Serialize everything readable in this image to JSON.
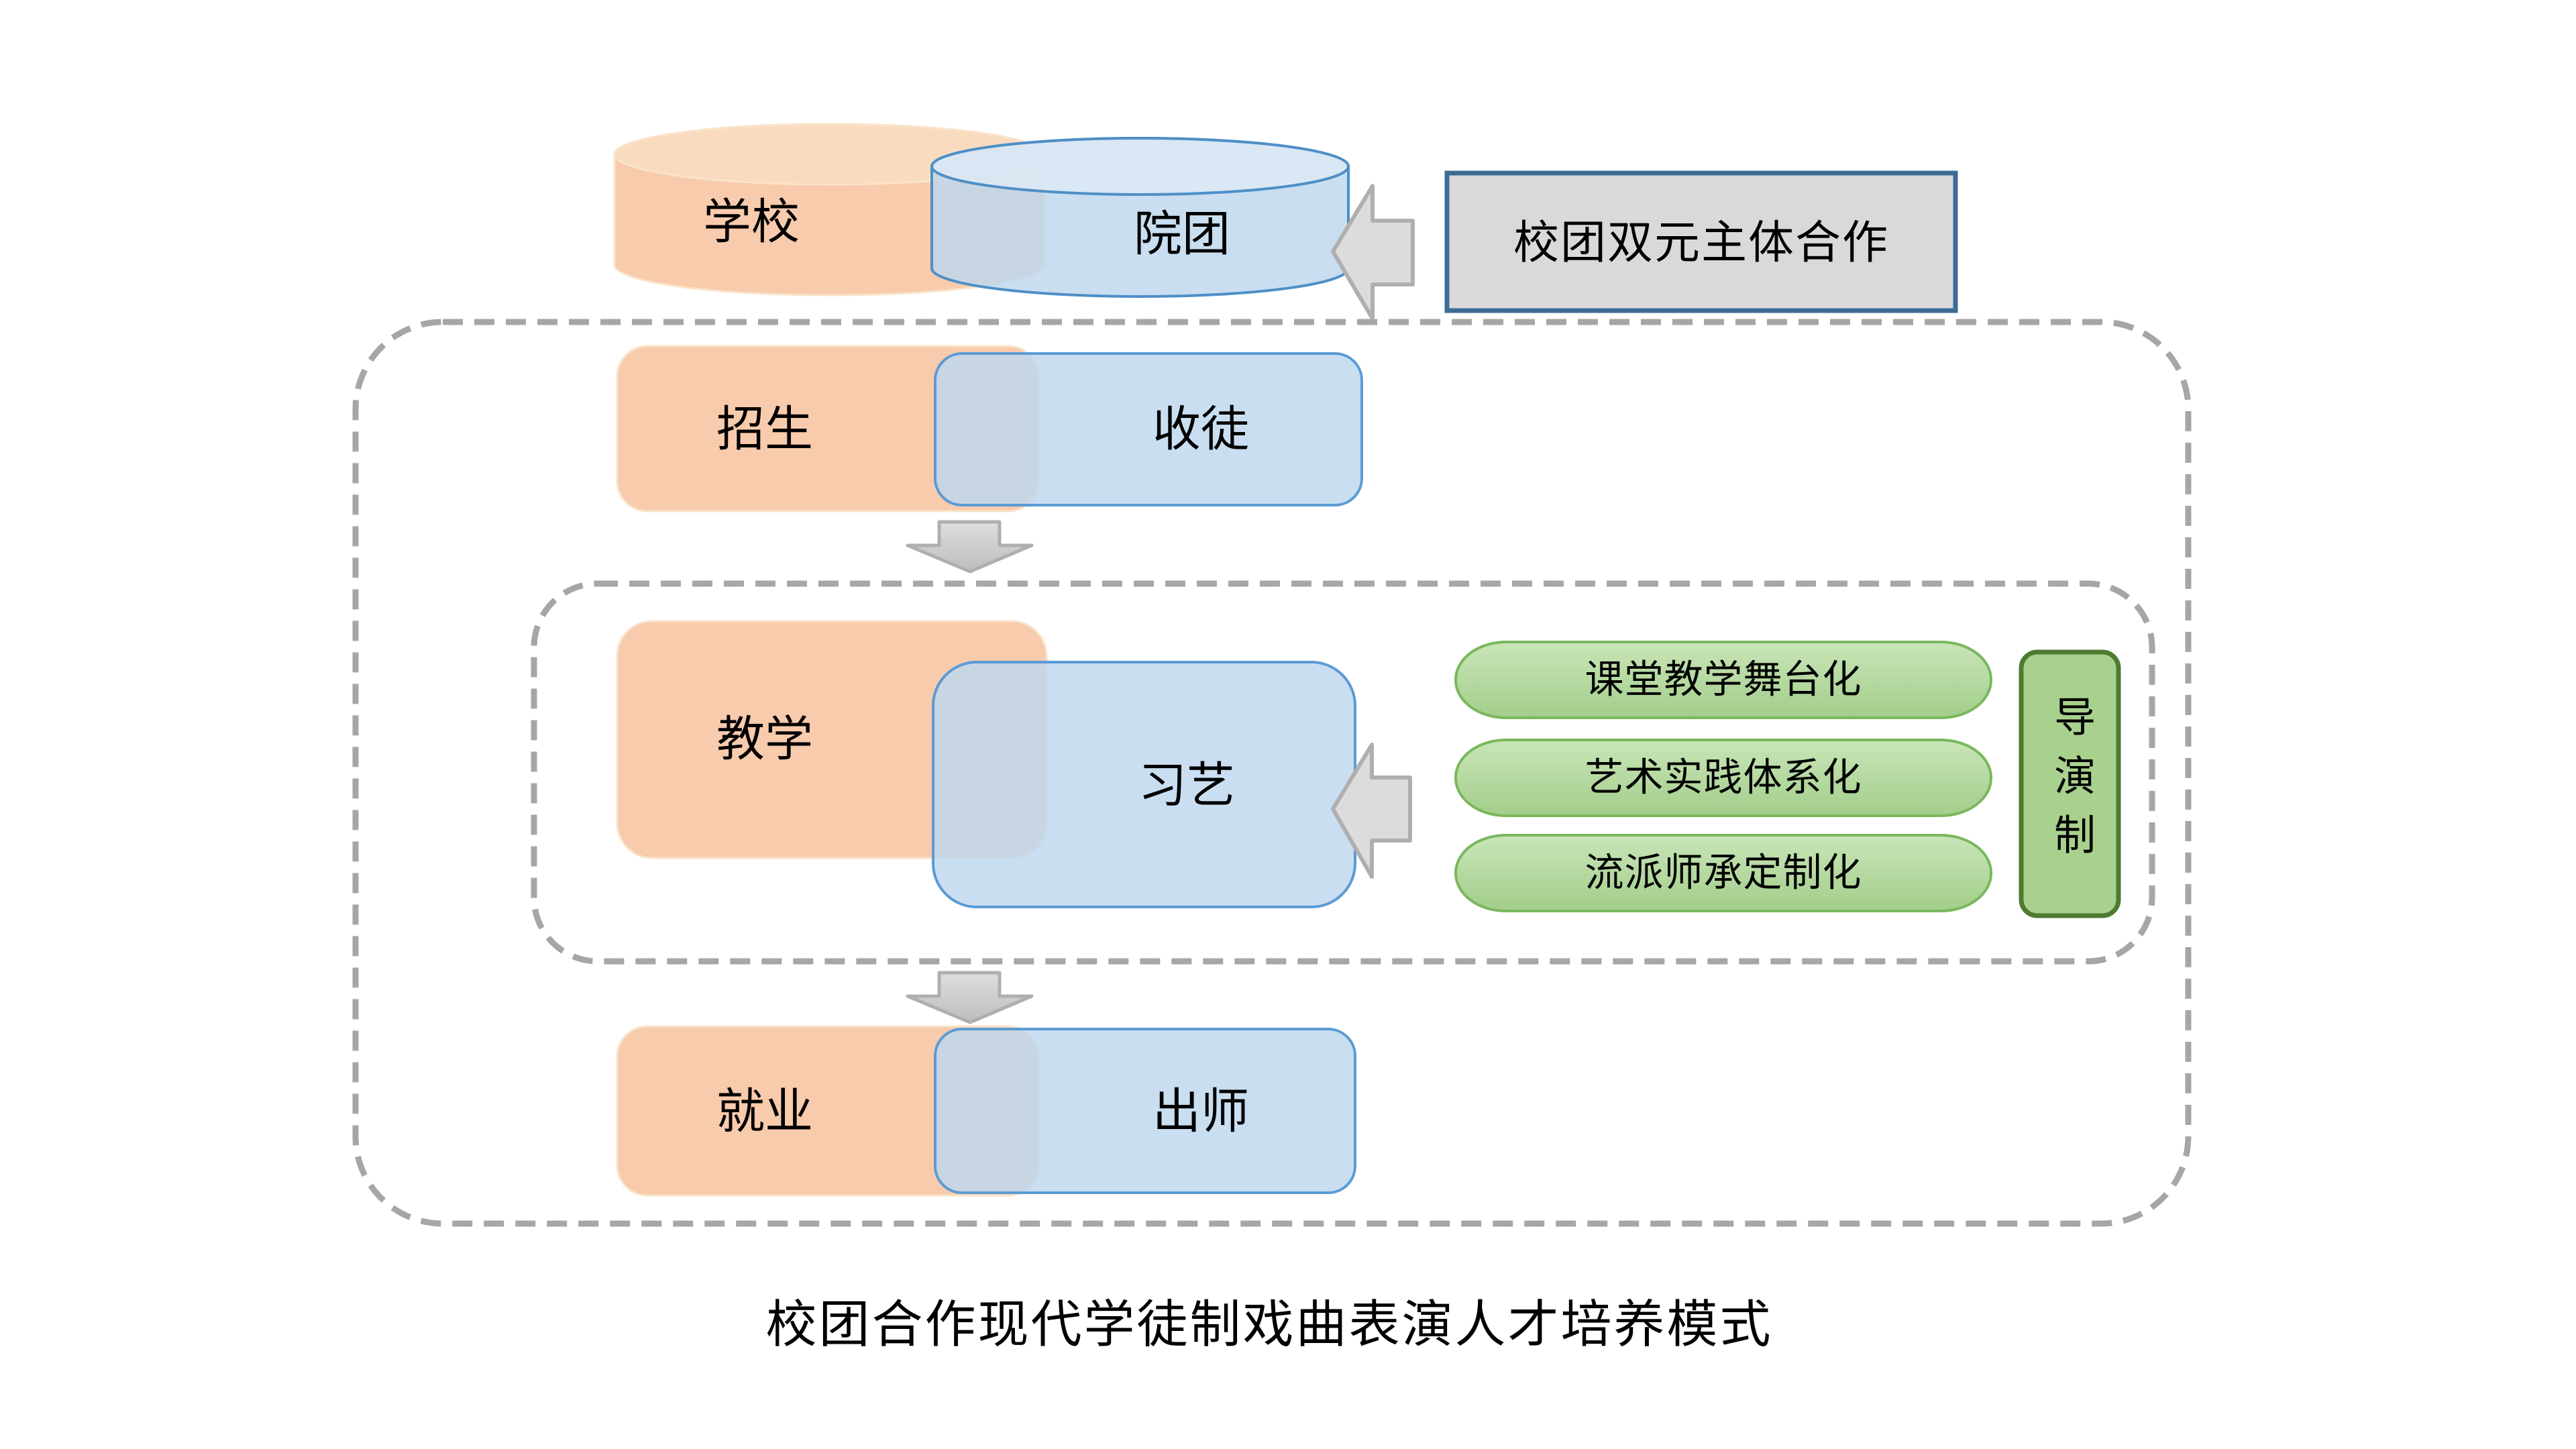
{
  "caption": "校团合作现代学徒制戏曲表演人才培养模式",
  "top_section": {
    "school_cylinder_label": "学校",
    "troupe_cylinder_label": "院团",
    "cooperation_box_label": "校团双元主体合作"
  },
  "process_rows": [
    {
      "school_side": "招生",
      "troupe_side": "收徒"
    },
    {
      "school_side": "教学",
      "troupe_side": "习艺"
    },
    {
      "school_side": "就业",
      "troupe_side": "出师"
    }
  ],
  "teaching_strategies": [
    "课堂教学舞台化",
    "艺术实践体系化",
    "流派师承定制化"
  ],
  "director_system_label": "导演制",
  "colors": {
    "orange_fill": "#F8CBAD",
    "orange_top_fill": "#F9DCC0",
    "orange_edge": "#FAE3C9",
    "blue_fill_rgba": "rgba(189,215,238,0.82)",
    "blue_top_fill": "rgba(219,232,244,0.9)",
    "blue_edge": "#5B9BD5",
    "blue_cyl_edge": "#4E8FC6",
    "green_fill": "#A9D18E",
    "green_pill_light": "#C9E5B8",
    "green_pill_dark": "#A3CE8B",
    "green_edge": "#7AB75D",
    "director_edge": "#4F7A33",
    "gray_fill": "#D9D9D9",
    "gray_box_edge": "#3D6B96",
    "dash_gray": "#A6A6A6",
    "arrow_fill": "#DCDCDC",
    "arrow_edge": "#AFAFAF",
    "arrow_grad_light": "#DEDEDE",
    "arrow_grad_dark": "#BDBDBD"
  }
}
